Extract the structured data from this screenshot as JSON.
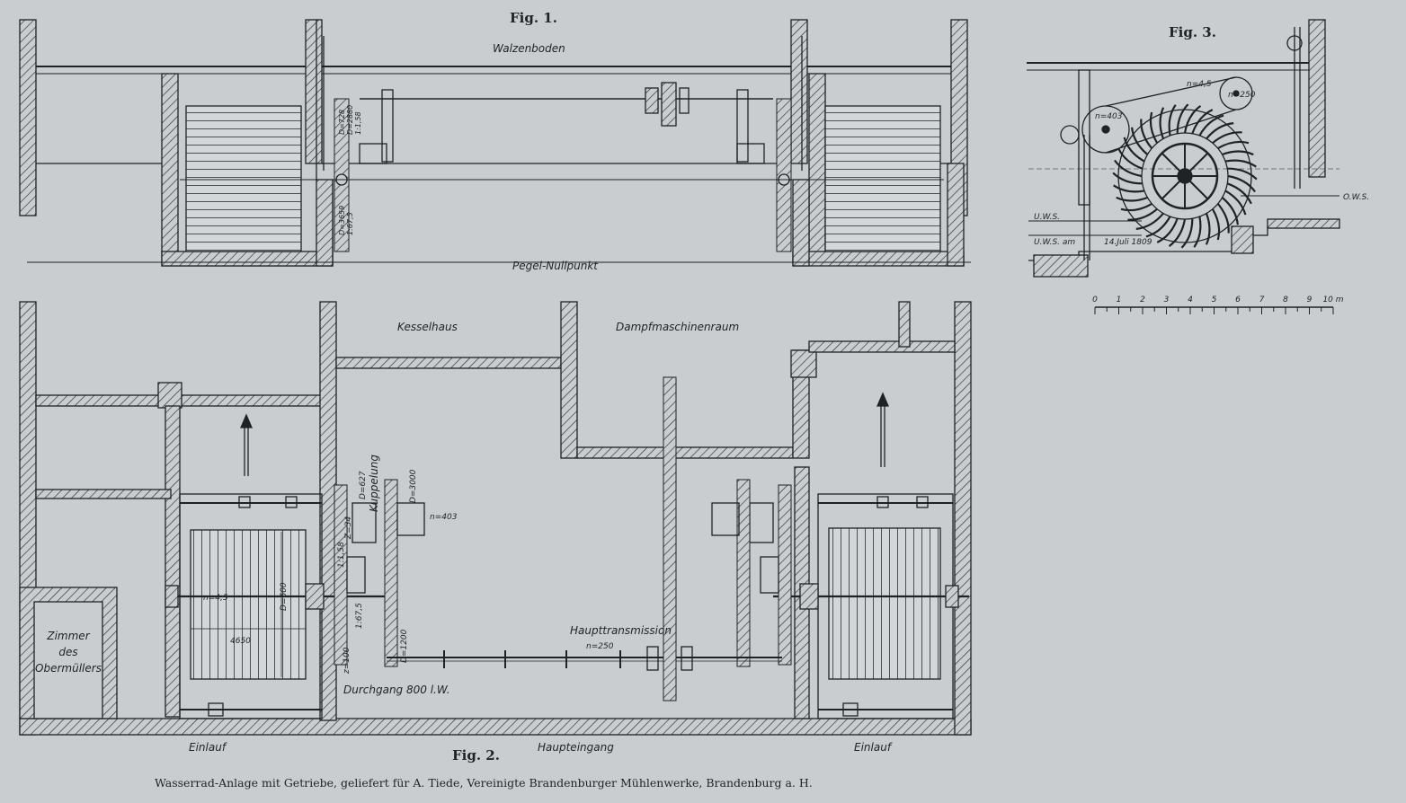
{
  "figures": {
    "fig1": {
      "title": "Fig. 1.",
      "label_top": "Walzenboden",
      "label_bottom": "Pegel-Nullpunkt",
      "dims": [
        "D=728",
        "D=2880",
        "1:1,58",
        "D=3659",
        "1:67,5"
      ]
    },
    "fig2": {
      "title": "Fig. 2.",
      "rooms": [
        "Kesselhaus",
        "Dampfmaschinenraum"
      ],
      "zimmer": [
        "Zimmer",
        "des",
        "Obermüllers"
      ],
      "coupling": "Kuppelung",
      "shaft": "Haupttransmission",
      "passage": "Durchgang 800 l.W.",
      "inlet_left": "Einlauf",
      "inlet_right": "Einlauf",
      "main_entrance": "Haupteingang",
      "n_wheel": "n=4,5",
      "d_wheel": "D=600",
      "width_wheel": "4650",
      "d3000": "D=3000",
      "n403": "n=403",
      "d627": "D=627",
      "d1200": "D=1200",
      "n250": "n=250",
      "z100": "z=100",
      "d_small": [
        "1:1,58",
        "Z=34",
        "1:67,5"
      ]
    },
    "fig3": {
      "title": "Fig. 3.",
      "n_top": "n=4,5",
      "n_left": "n=403",
      "n_right": "n=250",
      "ows": "O.W.S.",
      "uws": "U.W.S.",
      "uws_am": "U.W.S. am",
      "date": "14.Juli 1809",
      "scale_ticks": [
        "0",
        "1",
        "2",
        "3",
        "4",
        "5",
        "6",
        "7",
        "8",
        "9",
        "10 m"
      ]
    }
  },
  "caption": "Wasserrad-Anlage mit Getriebe, geliefert für A. Tiede, Vereinigte Brandenburger Mühlenwerke, Brandenburg a. H.",
  "colors": {
    "paper": "#c9cdd0",
    "ink": "#1f2326",
    "hatch": "#2a2e31"
  }
}
